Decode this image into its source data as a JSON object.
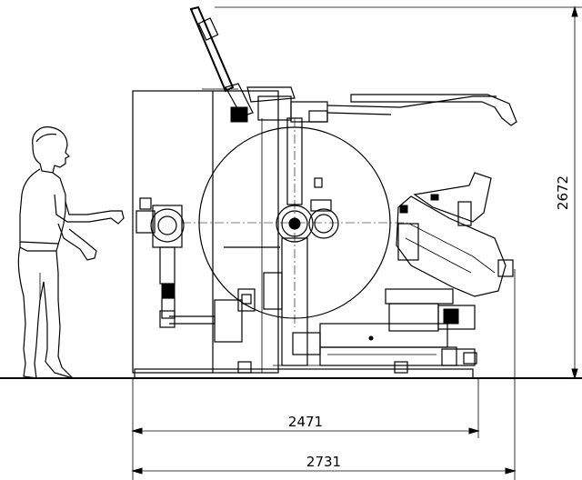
{
  "dimensions": {
    "width_inner": "2471",
    "width_overall": "2731",
    "height_overall": "2672"
  }
}
